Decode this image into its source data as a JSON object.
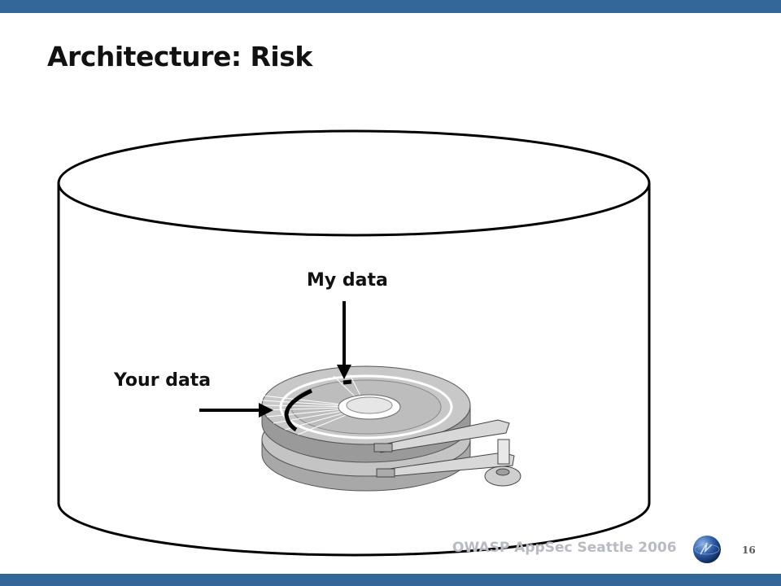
{
  "slide": {
    "title": "Architecture: Risk",
    "page_number": "16"
  },
  "diagram": {
    "label_my_data": "My data",
    "label_your_data": "Your data",
    "cylinder_icon": "database-cylinder-icon",
    "disk_icon": "hard-disk-platter-icon"
  },
  "footer": {
    "text": "OWASP AppSec Seattle 2006",
    "logo_icon": "owasp-globe-icon"
  },
  "colors": {
    "bar": "#336699",
    "text": "#111111",
    "footer_text": "#b8bcc2"
  }
}
